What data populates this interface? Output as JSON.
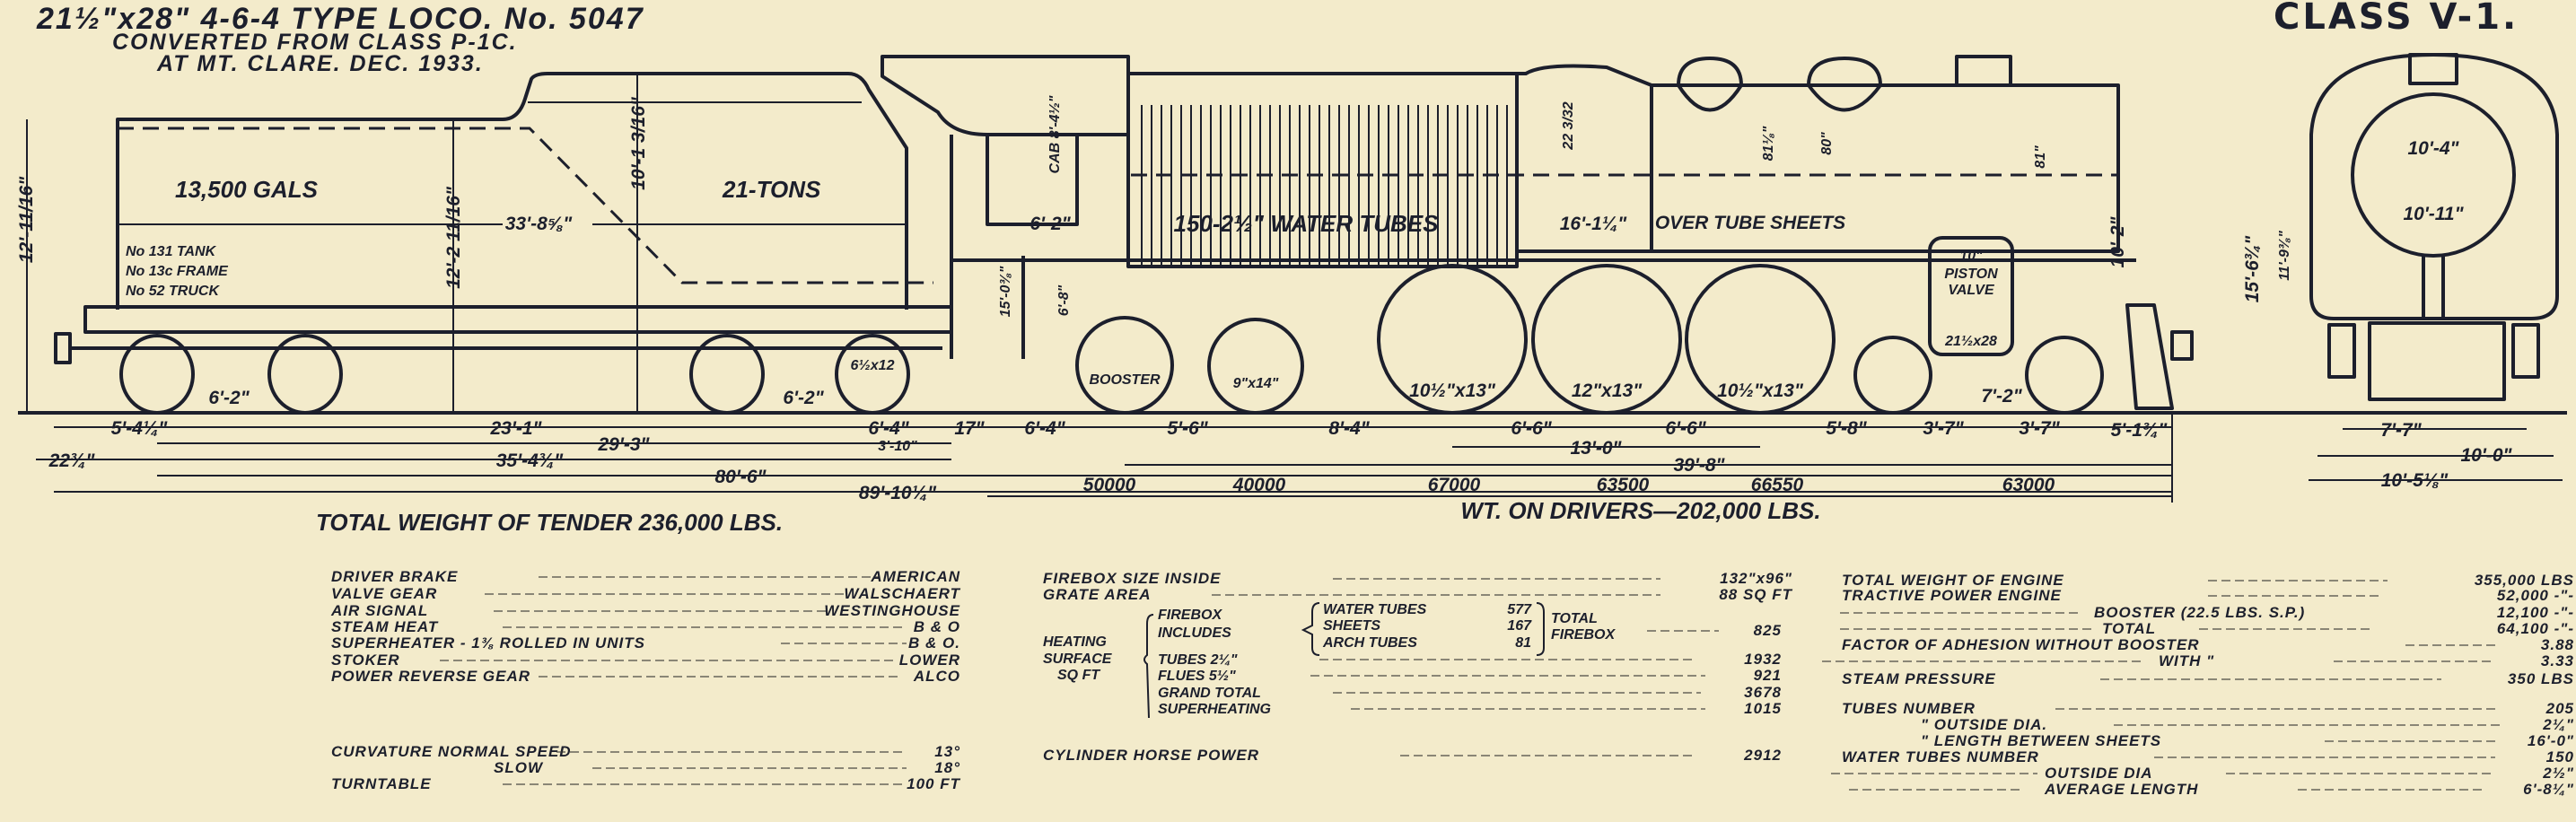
{
  "title": {
    "line1": "21½\"x28\" 4-6-4 TYPE LOCO. No. 5047",
    "line2": "CONVERTED FROM CLASS P-1C.",
    "line3": "AT MT. CLARE. DEC. 1933."
  },
  "class_label": "CLASS V-1.",
  "tender": {
    "water_capacity": "13,500 GALS",
    "coal_capacity": "21-TONS",
    "numbers": [
      "No 131 TANK",
      "No 13c FRAME",
      "No 52 TRUCK"
    ],
    "total_weight": "TOTAL WEIGHT OF TENDER 236,000 LBS."
  },
  "engine_labels": {
    "water_tubes": "150-2½\" WATER TUBES",
    "over_tube_sheets": "OVER TUBE SHEETS",
    "piston_valve_1": "10\"",
    "piston_valve_2": "PISTON",
    "piston_valve_3": "VALVE",
    "cylinder": "21½x28",
    "booster": "BOOSTER",
    "trailing_wheel": "9\"x14\"",
    "driver_1": "10½\"x13\"",
    "driver_2": "12\"x13\"",
    "driver_3": "10½\"x13\"",
    "tender_wheel": "6½x12"
  },
  "dimensions": {
    "horizontal": [
      "5'-4¼\"",
      "23'-1\"",
      "6'-4\"",
      "17\"",
      "6'-4\"",
      "5'-6\"",
      "8'-4\"",
      "6'-6\"",
      "6'-6\"",
      "5'-8\"",
      "3'-7\"",
      "3'-7\"",
      "5'-1¾\"",
      "29'-3\"",
      "3'-10\"",
      "13'-0\"",
      "22¾\"",
      "35'-4¾\"",
      "39'-8\"",
      "80'-6\"",
      "89'-10¼\"",
      "6'-2\"",
      "6'-2\"",
      "7'-2\"",
      "7'-7\"",
      "10'-0\"",
      "10'-5⅛\"",
      "10'-4\"",
      "10'-11\"",
      "33'-8⅝\"",
      "6'-2\"",
      "16'-1¼\""
    ],
    "vertical": [
      "12'-11/16\"",
      "12'-2 11/16\"",
      "10'-1 3/16\"",
      "CAB 8'-4½\"",
      "15'-0⅜\"",
      "6'-8\"",
      "22 3/32",
      "81⅛\"",
      "80\"",
      "81\"",
      "10'-2\"",
      "15'-6¾\"",
      "11'-9⅜\""
    ]
  },
  "axle_weights": [
    "50000",
    "40000",
    "67000",
    "63500",
    "66550",
    "63000"
  ],
  "weight_on_drivers": "WT. ON DRIVERS—202,000 LBS.",
  "specs_left": [
    {
      "label": "DRIVER BRAKE",
      "value": "AMERICAN"
    },
    {
      "label": "VALVE GEAR",
      "value": "WALSCHAERT"
    },
    {
      "label": "AIR SIGNAL",
      "value": "WESTINGHOUSE"
    },
    {
      "label": "STEAM HEAT",
      "value": "B & O"
    },
    {
      "label": "SUPERHEATER - 1⅜ ROLLED IN UNITS",
      "value": "B & O."
    },
    {
      "label": "STOKER",
      "value": "LOWER"
    },
    {
      "label": "POWER REVERSE GEAR",
      "value": "ALCO"
    }
  ],
  "curvature": [
    {
      "label": "CURVATURE NORMAL SPEED",
      "value": "13°"
    },
    {
      "label": "SLOW",
      "value": "18°"
    },
    {
      "label": "TURNTABLE",
      "value": "100 FT"
    }
  ],
  "firebox": {
    "size_label": "FIREBOX SIZE INSIDE",
    "size_value": "132\"x96\"",
    "grate_label": "GRATE AREA",
    "grate_value": "88 SQ FT",
    "heating_label_1": "HEATING",
    "heating_label_2": "SURFACE",
    "heating_label_3": "SQ FT",
    "firebox_label_1": "FIREBOX",
    "firebox_label_2": "INCLUDES",
    "includes": [
      {
        "label": "WATER TUBES",
        "value": "577"
      },
      {
        "label": "SHEETS",
        "value": "167"
      },
      {
        "label": "ARCH TUBES",
        "value": "81"
      }
    ],
    "total_firebox_label_1": "TOTAL",
    "total_firebox_label_2": "FIREBOX",
    "total_firebox_value": "825",
    "rows": [
      {
        "label": "TUBES 2¼\"",
        "value": "1932"
      },
      {
        "label": "FLUES 5½\"",
        "value": "921"
      },
      {
        "label": "GRAND TOTAL",
        "value": "3678"
      },
      {
        "label": "SUPERHEATING",
        "value": "1015"
      }
    ],
    "cylinder_hp_label": "CYLINDER HORSE POWER",
    "cylinder_hp_value": "2912"
  },
  "specs_right": [
    {
      "label": "TOTAL WEIGHT OF ENGINE",
      "value": "355,000 LBS"
    },
    {
      "label": "TRACTIVE POWER ENGINE",
      "value": "52,000 -\"-"
    },
    {
      "label": "BOOSTER (22.5 LBS. S.P.)",
      "value": "12,100 -\"-"
    },
    {
      "label": "TOTAL",
      "value": "64,100 -\"-"
    },
    {
      "label": "FACTOR OF ADHESION WITHOUT BOOSTER",
      "value": "3.88"
    },
    {
      "label": "WITH  \"",
      "value": "3.33"
    },
    {
      "label": "STEAM PRESSURE",
      "value": "350 LBS"
    },
    {
      "label": "TUBES NUMBER",
      "value": "205"
    },
    {
      "label": "\" OUTSIDE DIA.",
      "value": "2¼\""
    },
    {
      "label": "\" LENGTH BETWEEN SHEETS",
      "value": "16'-0\""
    },
    {
      "label": "WATER TUBES NUMBER",
      "value": "150"
    },
    {
      "label": "OUTSIDE DIA",
      "value": "2½\""
    },
    {
      "label": "AVERAGE LENGTH",
      "value": "6'-8¼\""
    }
  ],
  "colors": {
    "paper": "#f3ebcb",
    "ink": "#1c1f2c"
  }
}
